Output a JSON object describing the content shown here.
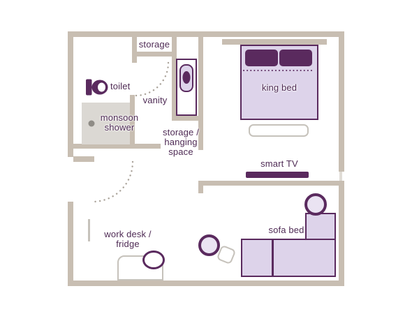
{
  "colors": {
    "wall": "#c8beb2",
    "window": "#e0dcd6",
    "purple": "#5a2a5e",
    "purple_fill": "#ddd3ea",
    "purple_pale": "#eae3f2",
    "shower_gray": "#dbd8d3",
    "line_gray": "#c6c2bb",
    "dot_gray": "#8f8c86",
    "arc_gray": "#aba49b",
    "text": "#4f2b55"
  },
  "labels": {
    "storage": "storage",
    "toilet": "toilet",
    "vanity": "vanity",
    "monsoon_shower": {
      "line1": "monsoon",
      "line2": "shower"
    },
    "hanging_space": {
      "line1": "storage /",
      "line2": "hanging",
      "line3": "space"
    },
    "king_bed": "king bed",
    "smart_tv": "smart TV",
    "work_desk": {
      "line1": "work desk /",
      "line2": "fridge"
    },
    "sofa_bed": "sofa bed"
  }
}
